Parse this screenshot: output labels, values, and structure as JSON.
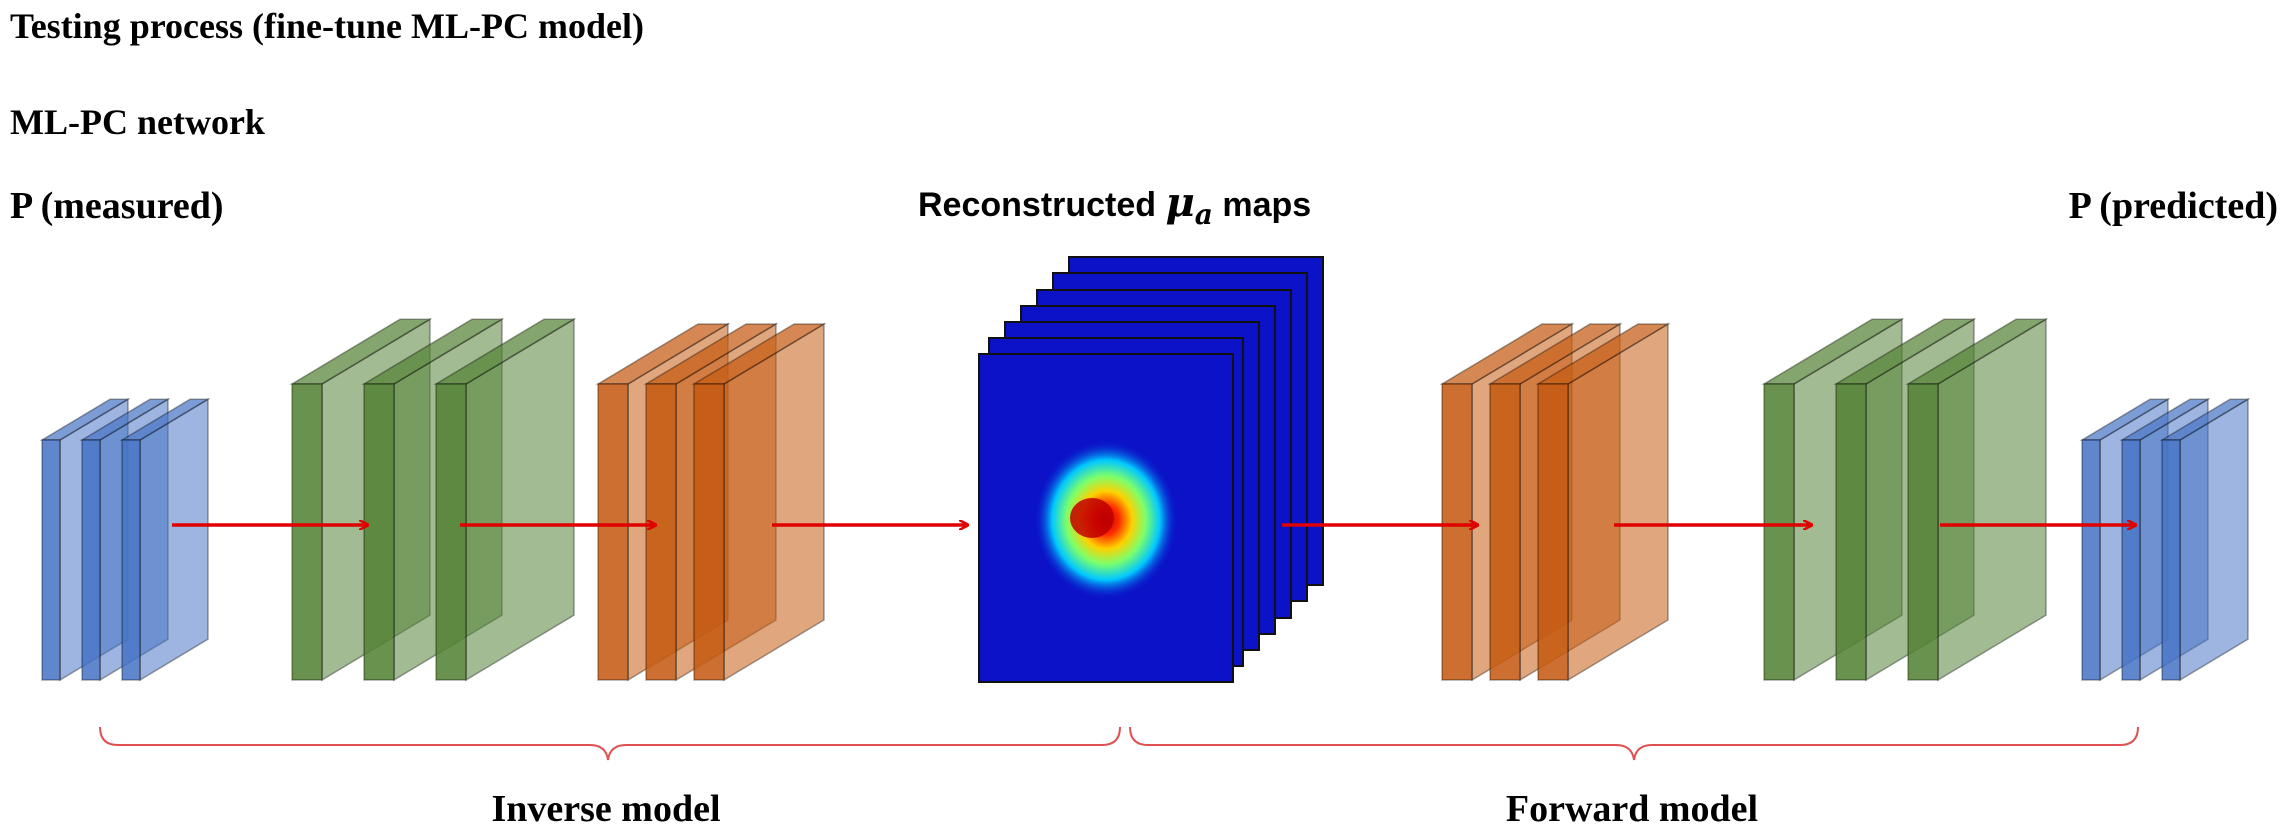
{
  "title": "Testing process (fine-tune ML-PC model)",
  "subtitle": "ML-PC network",
  "input_label": "P (measured)",
  "output_label": "P (predicted)",
  "maps_label": {
    "prefix": "Reconstructed ",
    "symbol": "μ",
    "subscript": "a",
    "suffix": " maps"
  },
  "inverse_label": "Inverse model",
  "forward_label": "Forward model",
  "colors": {
    "blue_layer": "#4472c4",
    "green_layer": "#548235",
    "orange_layer": "#c55a11",
    "arrow": "#e00000",
    "bracket": "#e05050",
    "map_background": "#0b12c8"
  }
}
